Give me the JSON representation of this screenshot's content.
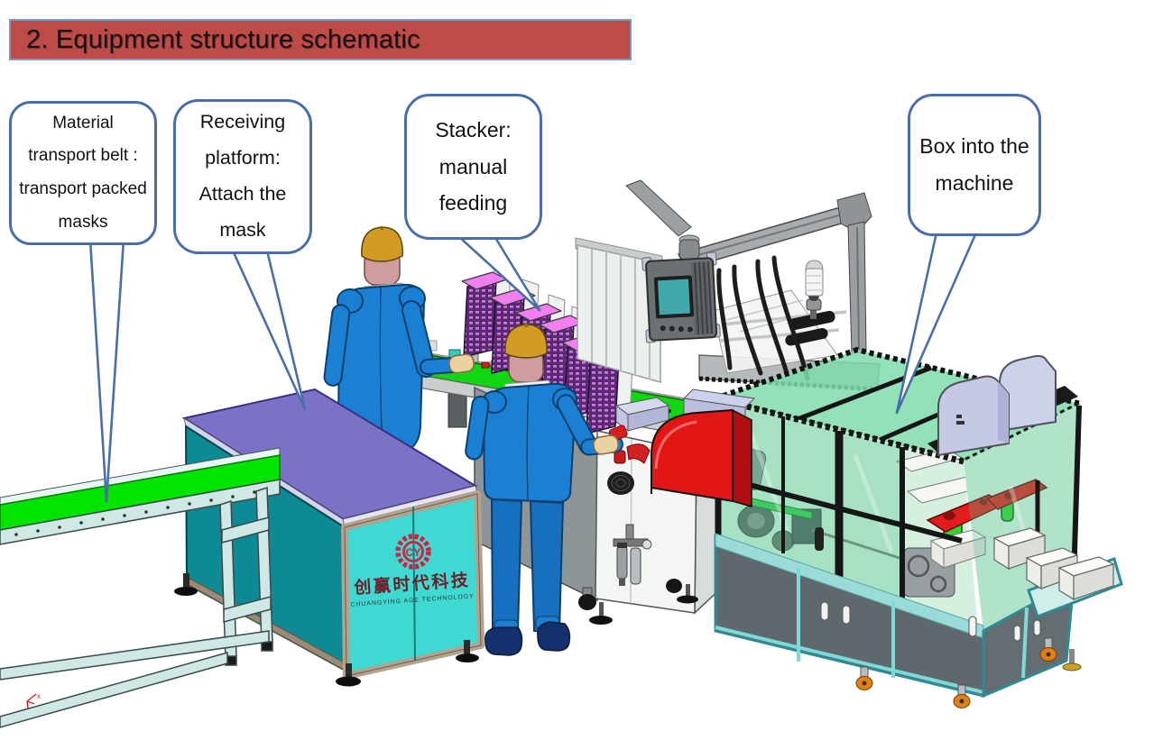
{
  "slide": {
    "title": "2. Equipment structure schematic",
    "background": "#FFFFFF"
  },
  "callouts": [
    {
      "id": "material-belt",
      "text": "Material transport belt : transport packed masks"
    },
    {
      "id": "receiving-platform",
      "text": "Receiving platform: Attach the mask"
    },
    {
      "id": "stacker",
      "text": "Stacker: manual feeding"
    },
    {
      "id": "box-into-machine",
      "text": "Box into the machine"
    }
  ],
  "branding": {
    "logo_monogram": "CY",
    "logo_cn": "创赢时代科技",
    "logo_en": "CHUANGYING AGE TECHNOLOGY"
  },
  "axis_label": "x",
  "colors": {
    "title_bar": "#BE4B48",
    "callout_border": "#4A6FA8",
    "belt_green": "#00E400",
    "conveyor_frame": "#CFE8E6",
    "table_top": "#7B72C8",
    "table_side": "#0E8A94",
    "table_front": "#3FD9D3",
    "table_frame_tan": "#B3A28E",
    "logo_red": "#D41F3F",
    "worker_blue": "#1B7FD4",
    "hardhat_gold": "#D29B26",
    "skin_pink": "#CF9D9D",
    "stacker_pink": "#F27EF2",
    "stacker_purple": "#5C2A72",
    "deck_green": "#12D612",
    "alert_red": "#E31616",
    "machine_glass_green": "#7FDCAB",
    "machine_cabinet_gray": "#5F686C",
    "machine_frame_teal": "#7FD9D6",
    "hood_lavender": "#C5C9E4",
    "hmi_screen_teal": "#3FA9AC",
    "caster_orange": "#E08018"
  }
}
